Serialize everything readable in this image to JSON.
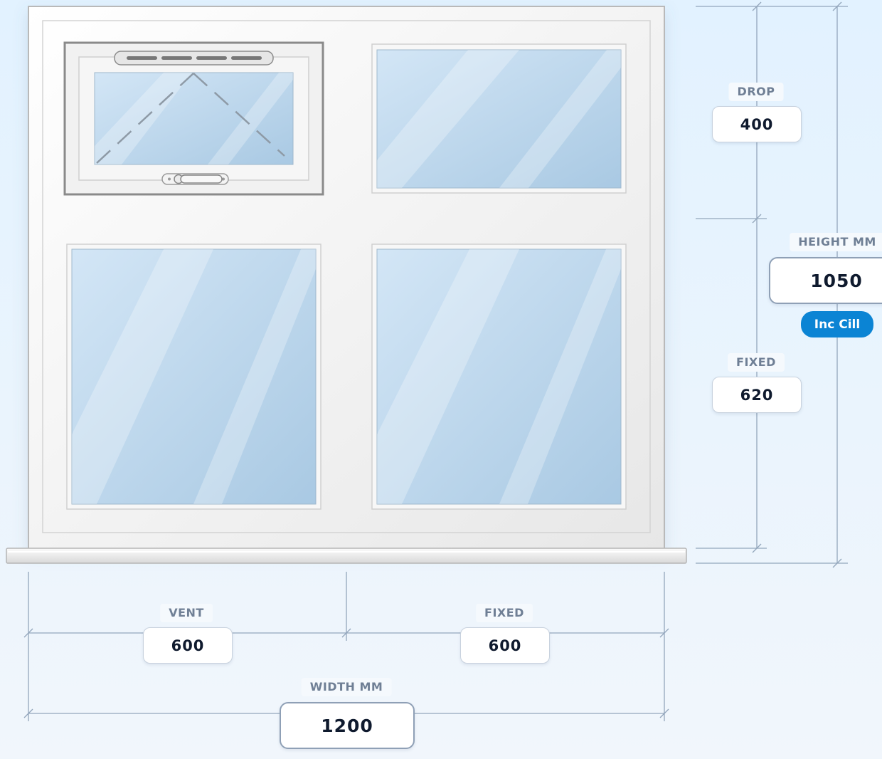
{
  "dimensions": {
    "drop": {
      "label": "DROP",
      "value": "400"
    },
    "fixed_height": {
      "label": "FIXED",
      "value": "620"
    },
    "height": {
      "label": "HEIGHT MM",
      "value": "1050",
      "badge": "Inc Cill"
    },
    "vent": {
      "label": "VENT",
      "value": "600"
    },
    "fixed_width": {
      "label": "FIXED",
      "value": "600"
    },
    "width": {
      "label": "WIDTH MM",
      "value": "1200"
    }
  },
  "colors": {
    "background": "#e2f2ff",
    "frame": "#f8f8f8",
    "glass": "#bcd8ee",
    "dimension_line": "#8fa3ba",
    "badge": "#0b84d4"
  },
  "panes": [
    {
      "name": "top-left",
      "type": "top-hung vent"
    },
    {
      "name": "top-right",
      "type": "fixed"
    },
    {
      "name": "bottom-left",
      "type": "fixed"
    },
    {
      "name": "bottom-right",
      "type": "fixed"
    }
  ]
}
